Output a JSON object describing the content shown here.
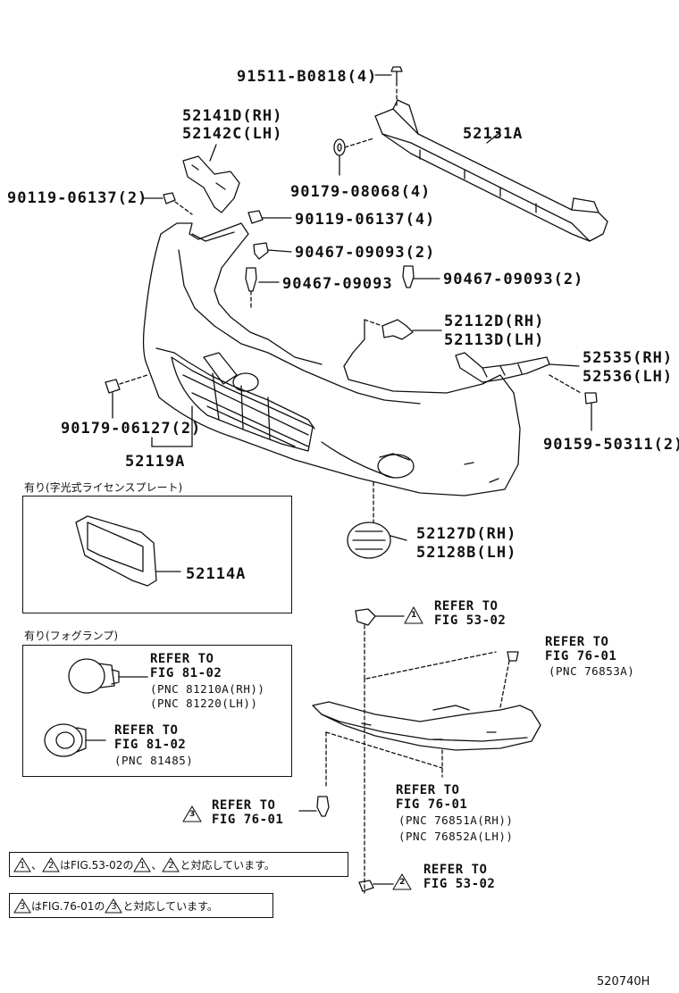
{
  "parts": {
    "p91511": "91511-B0818(4)",
    "p52141": "52141D(RH)",
    "p52142": "52142C(LH)",
    "p52131": "52131A",
    "p90119a": "90119-06137(2)",
    "p90179a": "90179-08068(4)",
    "p90119b": "90119-06137(4)",
    "p90467a": "90467-09093(2)",
    "p90467b": "90467-09093",
    "p90467c": "90467-09093(2)",
    "p52112": "52112D(RH)",
    "p52113": "52113D(LH)",
    "p52535": "52535(RH)",
    "p52536": "52536(LH)",
    "p90179b": "90179-06127(2)",
    "p52119": "52119A",
    "p90159": "90159-50311(2)",
    "p52127": "52127D(RH)",
    "p52128": "52128B(LH)",
    "p52114": "52114A"
  },
  "boxes": {
    "license_heading": "有り(字光式ライセンスプレート)",
    "fog_heading": "有り(フォグランプ)"
  },
  "refs": {
    "refer_to": "REFER TO",
    "fig_53_02": "FIG 53-02",
    "fig_76_01": "FIG 76-01",
    "fig_81_02": "FIG 81-02",
    "pnc_76853a": "(PNC 76853A)",
    "pnc_81210a": "(PNC 81210A(RH))",
    "pnc_81220": "(PNC 81220(LH))",
    "pnc_81485": "(PNC 81485)",
    "pnc_76851a": "(PNC 76851A(RH))",
    "pnc_76852a": "(PNC 76852A(LH))"
  },
  "markers": {
    "m1": "1",
    "m2": "2",
    "m3": "3"
  },
  "notes": {
    "note1_sep": "、",
    "note1_text_a": "はFIG.53-02の",
    "note1_sep2": "、",
    "note1_text_b": "と対応しています。",
    "note2_text_a": "はFIG.76-01の",
    "note2_text_b": "と対応しています。"
  },
  "diagram_id": "520740H"
}
